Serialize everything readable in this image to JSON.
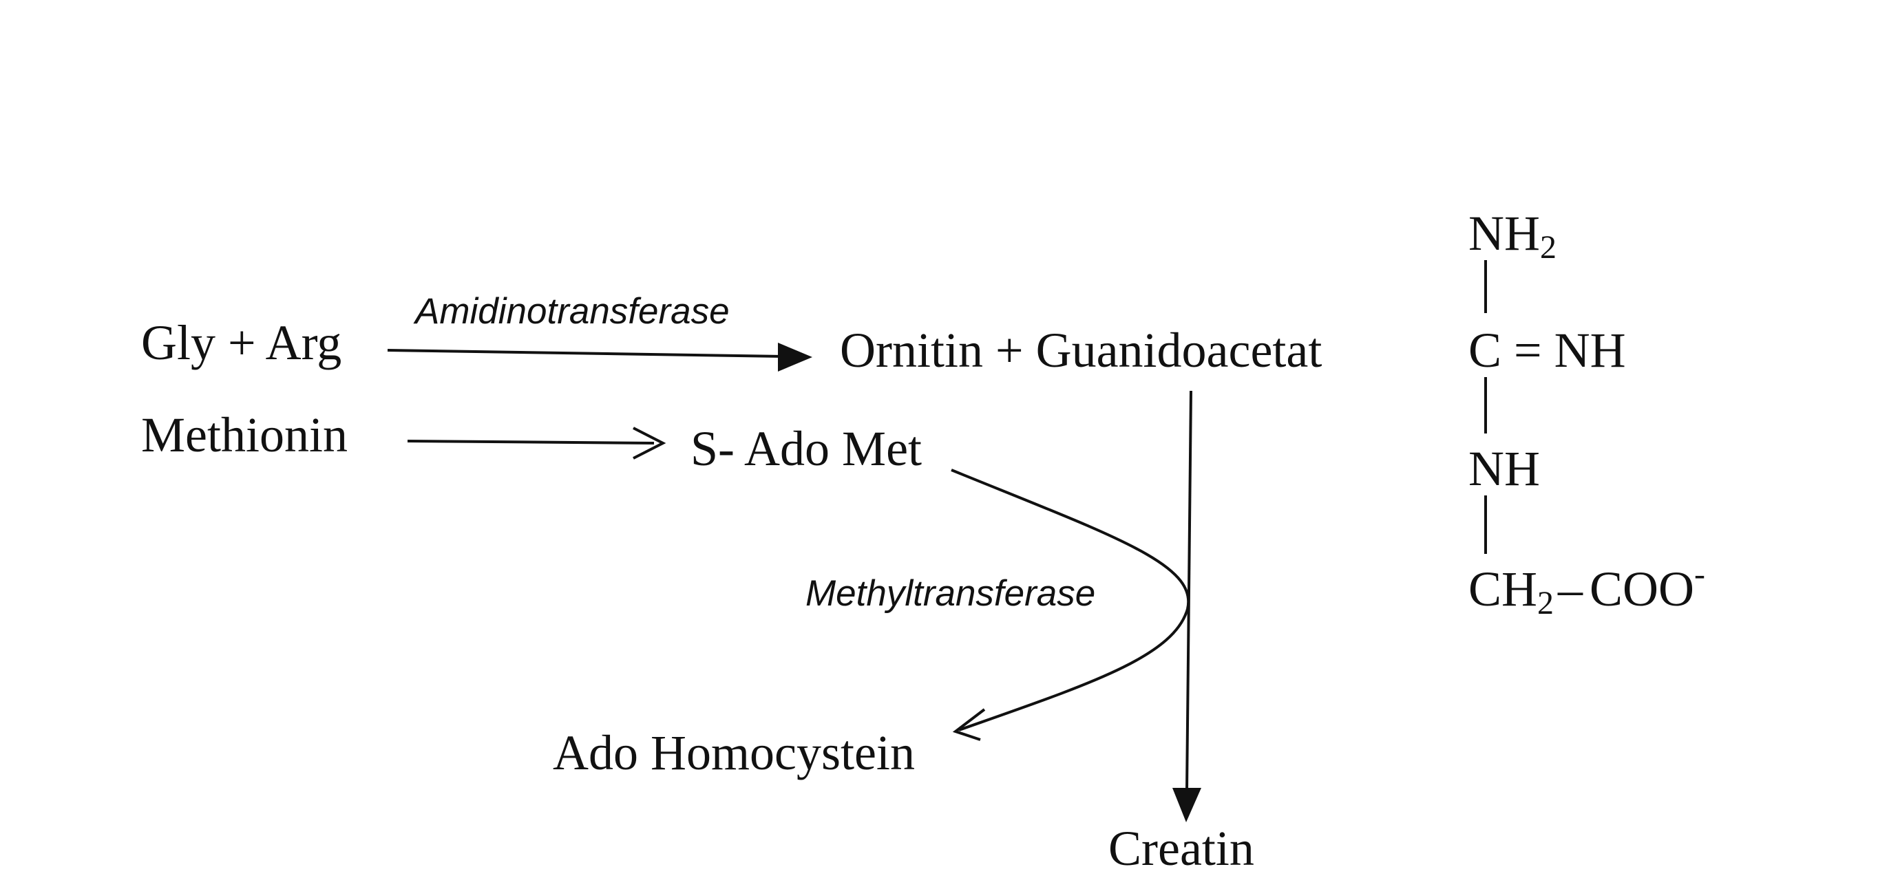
{
  "reaction1": {
    "reactants": "Gly + Arg",
    "enzyme": "Amidinotransferase",
    "products": "Ornitin + Guanidoacetat"
  },
  "reaction2": {
    "reactant": "Methionin",
    "product": "S- Ado Met"
  },
  "reaction3": {
    "enzyme": "Methyltransferase",
    "byproduct": "Ado Homocystein",
    "product": "Creatin"
  },
  "structure": {
    "nh2": "NH",
    "nh2_sub": "2",
    "cnh": "C = NH",
    "nh": "NH",
    "ch2": "CH",
    "ch2_sub": "2",
    "dash": "–",
    "coo": "COO",
    "coo_sup": "-"
  }
}
